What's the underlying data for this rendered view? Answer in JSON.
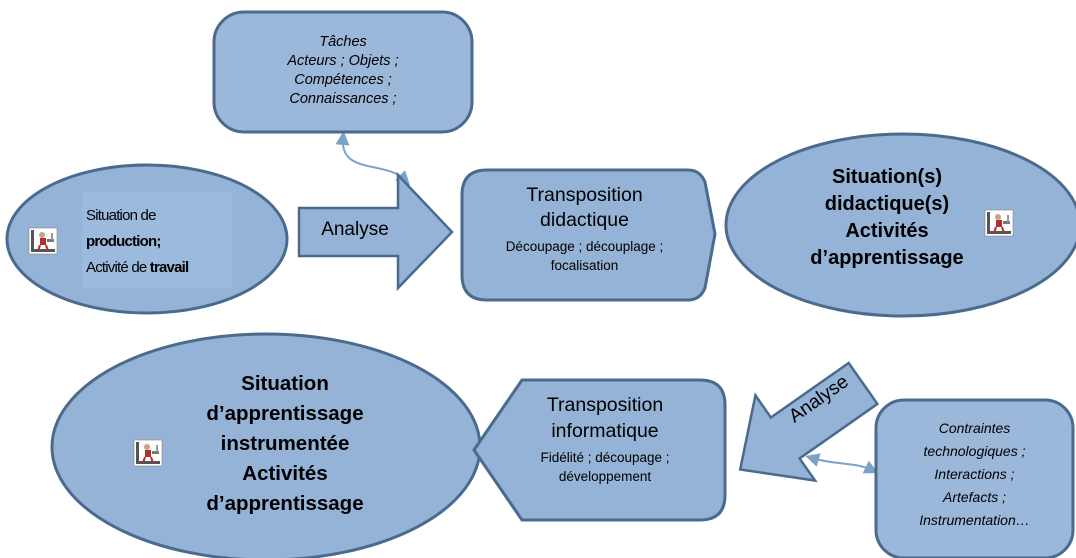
{
  "colors": {
    "fill": "#94b3d6",
    "fill_light": "#9bb7d9",
    "stroke": "#4a6a8e",
    "connector": "#7aa3cc"
  },
  "taches_box": {
    "title": "Tâches",
    "lines": [
      "Acteurs ; Objets ;",
      "Compétences ;",
      "Connaissances ;"
    ]
  },
  "situation_production": {
    "line1": "Situation de",
    "line2": "production;",
    "line3_a": "Activité de ",
    "line3_b": "travail"
  },
  "analyse_arrow_1": {
    "label": "Analyse"
  },
  "transposition_didactique": {
    "title_1": "Transposition",
    "title_2": "didactique",
    "detail_1": "Découpage ; découplage ;",
    "detail_2": "focalisation"
  },
  "situation_didactique": {
    "lines": [
      "Situation(s)",
      "didactique(s)",
      "Activités",
      "d’apprentissage"
    ]
  },
  "analyse_arrow_2": {
    "label": "Analyse"
  },
  "transposition_informatique": {
    "title_1": "Transposition",
    "title_2": "informatique",
    "detail_1": "Fidélité ; découpage ;",
    "detail_2": "développement"
  },
  "situation_instrumentee": {
    "lines": [
      "Situation",
      "d’apprentissage",
      "instrumentée",
      "Activités",
      "d’apprentissage"
    ]
  },
  "contraintes_box": {
    "lines": [
      "Contraintes",
      "technologiques ;",
      "Interactions ;",
      "Artefacts ;",
      "Instrumentation…"
    ]
  },
  "icons": [
    "worker-icon"
  ]
}
